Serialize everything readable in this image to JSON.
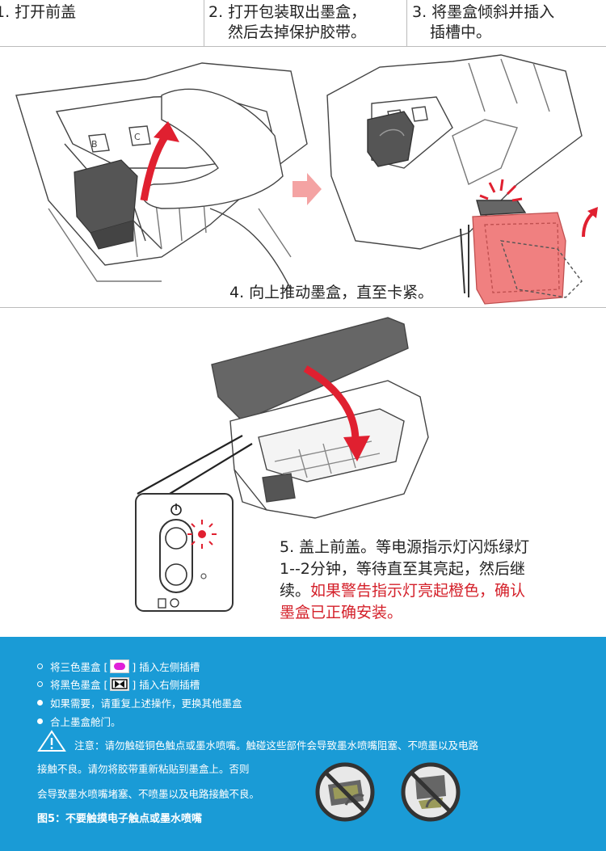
{
  "steps": {
    "s1": "1. 打开前盖",
    "s2_line1": "2. 打开包装取出墨盒，",
    "s2_line2": "然后去掉保护胶带。",
    "s3_line1": "3. 将墨盒倾斜并插入",
    "s3_line2": "插槽中。",
    "s4": "4. 向上推动墨盒，直至卡紧。",
    "s5_line1": "5. 盖上前盖。等电源指示灯闪烁绿灯",
    "s5_line2": "1--2分钟，等待直至其亮起，然后继",
    "s5_line3_a": "续。",
    "s5_line3_warn": "如果警告指示灯亮起橙色，确认",
    "s5_line4_warn": "墨盒已正确安装。"
  },
  "notes": {
    "b1_a": "将三色墨盒 [",
    "b1_b": "] 插入左侧插槽",
    "b2_a": "将黑色墨盒 [",
    "b2_b": "] 插入右侧插槽",
    "b3": "如果需要，请重复上述操作，更换其他墨盒",
    "b4": "合上墨盒舱门。",
    "caution_1": "注意：请勿触碰铜色触点或墨水喷嘴。触碰这些部件会导致墨水喷嘴阻塞、不喷墨以及电路",
    "caution_2": "接触不良。请勿将胶带重新粘贴到墨盒上。否则",
    "caution_3": "会导致墨水喷嘴堵塞、不喷墨以及电路接触不良。",
    "fig5": "图5：不要触摸电子触点或墨水喷嘴"
  },
  "colors": {
    "arrow_red": "#e02030",
    "cartridge_pink": "#f08080",
    "notes_bg": "#1a9bd6",
    "warn_text": "#d4202a",
    "tri_color_chip": "#e020d8"
  }
}
